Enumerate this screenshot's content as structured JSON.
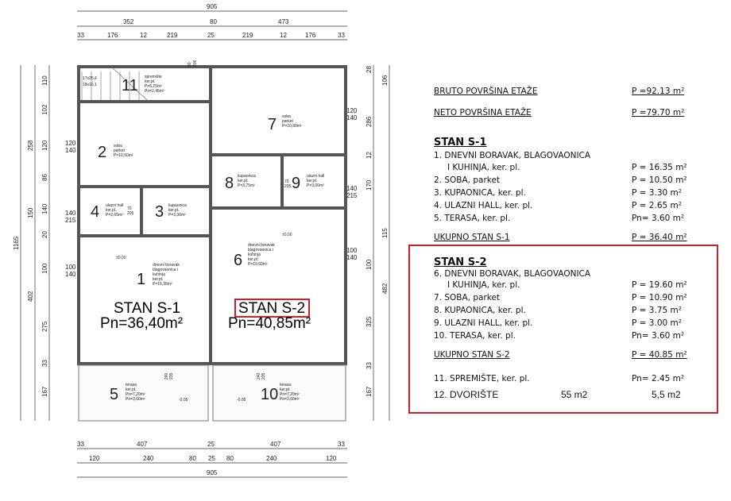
{
  "plan": {
    "dims_top": {
      "total": "905",
      "row2": [
        "352",
        "80",
        "473"
      ],
      "row3": [
        "33",
        "176",
        "12",
        "219",
        "25",
        "219",
        "12",
        "176",
        "33"
      ]
    },
    "dims_left": {
      "total": "1165",
      "seg": [
        "110",
        "102",
        "120",
        "86",
        "140",
        "20",
        "100",
        "275",
        "33",
        "167"
      ],
      "mid": [
        "258",
        "150",
        "402"
      ]
    },
    "dims_right": {
      "seg": [
        "28",
        "106",
        "286",
        "12",
        "170",
        "115",
        "100",
        "482",
        "325",
        "33",
        "167"
      ]
    },
    "dims_bottom": {
      "row1": [
        "33",
        "407",
        "25",
        "407",
        "33"
      ],
      "row2": [
        "120",
        "240",
        "80",
        "25",
        "80",
        "240",
        "120"
      ],
      "total": "905"
    },
    "stair": {
      "l1": "17x25,4",
      "l2": "18x16,1"
    },
    "rooms": [
      {
        "num": "1",
        "lines": [
          "dnevni boravak",
          "blagovaonica i",
          "kuhinja",
          "ker.pl.",
          "P=16,35m²"
        ]
      },
      {
        "num": "2",
        "lines": [
          "soba",
          "parket",
          "P=10,50m²"
        ]
      },
      {
        "num": "3",
        "lines": [
          "kupaonica",
          "ker.pl.",
          "P=3,30m²"
        ]
      },
      {
        "num": "4",
        "lines": [
          "ulazni hall",
          "ker.pl.",
          "P=2,65m²"
        ]
      },
      {
        "num": "5",
        "lines": [
          "terasa",
          "ker.pl.",
          "Pn=7,20m²",
          "Pn=3,60m²"
        ]
      },
      {
        "num": "6",
        "lines": [
          "dnevni boravak",
          "blagovaonica i",
          "kuhinja",
          "ker.pl.",
          "P=19,60m²"
        ]
      },
      {
        "num": "7",
        "lines": [
          "soba",
          "parket",
          "P=10,90m²"
        ]
      },
      {
        "num": "8",
        "lines": [
          "kupaonica",
          "ker.pl.",
          "P=3,75m²"
        ]
      },
      {
        "num": "9",
        "lines": [
          "ulazni hall",
          "ker.pl.",
          "P=3,00m²"
        ]
      },
      {
        "num": "10",
        "lines": [
          "terasa",
          "ker.pl.",
          "Pn=7,20m²",
          "Pn=3,60m²"
        ]
      },
      {
        "num": "11",
        "lines": [
          "spremište",
          "ker.pl.",
          "P=5,25m²",
          "Pn=2,45m²"
        ]
      }
    ],
    "window_dims": {
      "w1": "120",
      "w2": "140",
      "w3": "215",
      "w4": "100",
      "d1": "70",
      "d2": "205",
      "d3": "80",
      "d4": "206",
      "t1": "240",
      "t2": "235"
    },
    "levels": {
      "l0": "±0.00",
      "l1": "-0.05"
    },
    "unit1": {
      "name": "STAN S-1",
      "area": "Pn=36,40m²"
    },
    "unit2": {
      "name": "STAN S-2",
      "area": "Pn=40,85m²"
    }
  },
  "table": {
    "bruto": {
      "label": "BRUTO POVRŠINA ETAŽE",
      "value": "P =92.13 m²"
    },
    "neto": {
      "label": "NETO POVRŠINA ETAŽE",
      "value": "P =79.70 m²"
    },
    "s1": {
      "title": "STAN S-1",
      "rows": [
        {
          "label": "1.  DNEVNI BORAVAK, BLAGOVAONICA",
          "cont": "I KUHINJA, ker. pl.",
          "value": "P = 16.35 m²"
        },
        {
          "label": "2.  SOBA, parket",
          "value": "P = 10.50  m²"
        },
        {
          "label": "3.  KUPAONICA, ker. pl.",
          "value": "P = 3.30  m²"
        },
        {
          "label": "4.  ULAZNI HALL, ker. pl.",
          "value": "P = 2.65  m²"
        },
        {
          "label": "5.  TERASA, ker. pl.",
          "value": "Pn= 3.60  m²"
        }
      ],
      "total": {
        "label": "UKUPNO STAN  S-1",
        "value": "P = 36.40 m²"
      }
    },
    "s2": {
      "title": "STAN S-2",
      "rows": [
        {
          "label": "6.  DNEVNI BORAVAK, BLAGOVAONICA",
          "cont": "I KUHINJA, ker. pl.",
          "value": "P = 19.60 m²"
        },
        {
          "label": "7.  SOBA, parket",
          "value": "P = 10.90  m²"
        },
        {
          "label": "8.  KUPAONICA, ker. pl.",
          "value": "P = 3.75  m²"
        },
        {
          "label": "9.  ULAZNI HALL, ker. pl.",
          "value": "P = 3.00  m²"
        },
        {
          "label": "10. TERASA, ker. pl.",
          "value": "Pn= 3.60  m²"
        }
      ],
      "total": {
        "label": "UKUPNO STAN  S-2",
        "value": "P = 40.85 m²"
      }
    },
    "storage": {
      "label": "11. SPREMIŠTE, ker. pl.",
      "value": "Pn= 2.45  m²"
    },
    "yard": {
      "label": "12. DVORIŠTE",
      "area": "55 m2",
      "value": "5,5 m2"
    }
  },
  "colors": {
    "highlight": "#c8232c",
    "wall": "#555555"
  }
}
